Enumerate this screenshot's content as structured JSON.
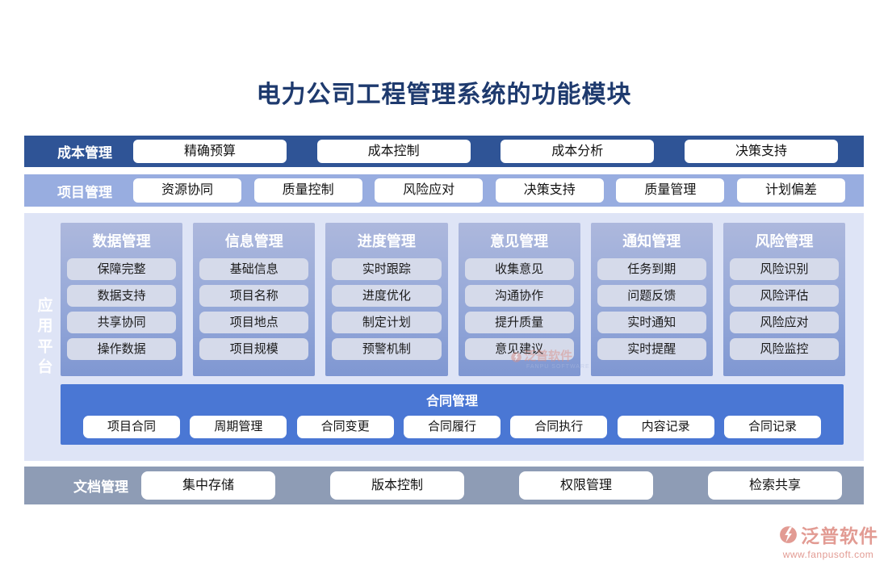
{
  "title": "电力公司工程管理系统的功能模块",
  "cost_row": {
    "label": "成本管理",
    "buttons": [
      "精确预算",
      "成本控制",
      "成本分析",
      "决策支持"
    ]
  },
  "project_row": {
    "label": "项目管理",
    "buttons": [
      "资源协同",
      "质量控制",
      "风险应对",
      "决策支持",
      "质量管理",
      "计划偏差"
    ]
  },
  "platform": {
    "label": "应用平台",
    "columns": [
      {
        "header": "数据管理",
        "items": [
          "保障完整",
          "数据支持",
          "共享协同",
          "操作数据"
        ]
      },
      {
        "header": "信息管理",
        "items": [
          "基础信息",
          "项目名称",
          "项目地点",
          "项目规模"
        ]
      },
      {
        "header": "进度管理",
        "items": [
          "实时跟踪",
          "进度优化",
          "制定计划",
          "预警机制"
        ]
      },
      {
        "header": "意见管理",
        "items": [
          "收集意见",
          "沟通协作",
          "提升质量",
          "意见建议"
        ]
      },
      {
        "header": "通知管理",
        "items": [
          "任务到期",
          "问题反馈",
          "实时通知",
          "实时提醒"
        ]
      },
      {
        "header": "风险管理",
        "items": [
          "风险识别",
          "风险评估",
          "风险应对",
          "风险监控"
        ]
      }
    ],
    "contract": {
      "header": "合同管理",
      "buttons": [
        "项目合同",
        "周期管理",
        "合同变更",
        "合同履行",
        "合同执行",
        "内容记录",
        "合同记录"
      ]
    }
  },
  "doc_row": {
    "label": "文档管理",
    "buttons": [
      "集中存储",
      "版本控制",
      "权限管理",
      "检索共享"
    ]
  },
  "watermark": {
    "name": "泛普软件",
    "sub": "FANPU SOFTWARE"
  },
  "brand": {
    "name": "泛普软件",
    "url": "www.fanpusoft.com"
  },
  "colors": {
    "title": "#1e3a6e",
    "cost_bar": "#2f5496",
    "project_bar": "#98ade0",
    "platform_bg": "#dee4f6",
    "column_top": "#adb8dd",
    "column_bottom": "#7f97d2",
    "item_bg": "#d5daea",
    "contract_bg": "#4a77d4",
    "doc_bar": "#8e9cb5",
    "brand": "#e29b93"
  }
}
